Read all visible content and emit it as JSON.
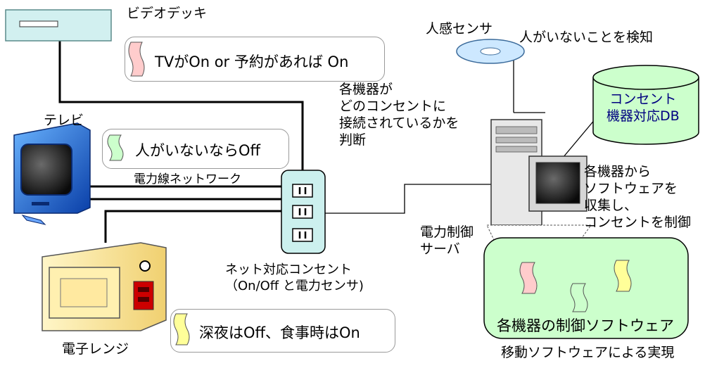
{
  "labels": {
    "video_deck": "ビデオデッキ",
    "tv": "テレビ",
    "microwave": "電子レンジ",
    "power_line_network": "電力線ネットワーク",
    "outlet_caption": "ネット対応コンセント\n（On/Off と電力センサ)",
    "human_sensor": "人感センサ",
    "detect_absence": "人がいないことを検知",
    "judge_connection": "各機器が\nどのコンセントに\n接続されているかを\n判断",
    "collect_control": "各機器から\nソフトウェアを\n収集し、\nコンセントを制御",
    "power_server": "電力制御\nサーバ",
    "db": "コンセント\n機器対応DB",
    "mobile_software": "各機器の制御ソフトウェア",
    "mobile_impl": "移動ソフトウェアによる実現"
  },
  "rules": {
    "video_deck": "TVがOn or 予約があれば On",
    "tv": "人がいないならOff",
    "microwave": "深夜はOff、食事時はOn"
  },
  "colors": {
    "tag_pink": "#ffcccc",
    "tag_green": "#ccffcc",
    "tag_yellow": "#ffff99",
    "db_fill": "#ccffcc",
    "mobile_fill": "#ccffcc",
    "outlet_fill": "#ccf0ee",
    "tv_screen": "#1e6fd9",
    "microwave_body": "#ffe9a0"
  }
}
